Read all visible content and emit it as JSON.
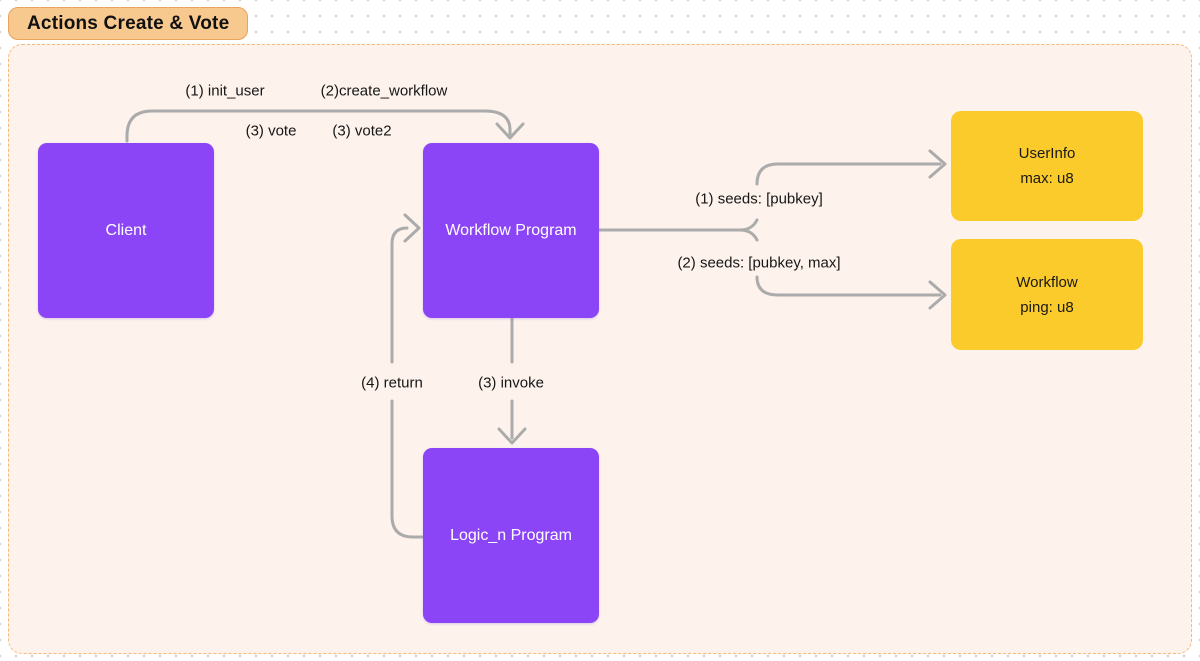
{
  "badge": {
    "label": "Actions Create & Vote"
  },
  "nodes": {
    "client": {
      "label": "Client"
    },
    "workflow_program": {
      "label": "Workflow Program"
    },
    "logic_program": {
      "label": "Logic_n Program"
    },
    "userinfo_account": {
      "line1": "UserInfo",
      "line2": "max: u8"
    },
    "workflow_account": {
      "line1": "Workflow",
      "line2": "ping: u8"
    }
  },
  "edge_labels": {
    "init_user": "(1) init_user",
    "create_workflow": "(2)create_workflow",
    "vote": "(3) vote",
    "vote2": "(3) vote2",
    "seeds_pubkey": "(1) seeds: [pubkey]",
    "seeds_pubkey_max": "(2) seeds: [pubkey, max]",
    "return": "(4) return",
    "invoke": "(3) invoke"
  },
  "colors": {
    "program_node": "#8b45f7",
    "account_node": "#fbca2b",
    "arrow": "#ababab",
    "board_fill": "#fdf3ec",
    "board_border": "#f4b878",
    "badge_fill": "#f8c98e",
    "badge_border": "#e9a35b"
  }
}
